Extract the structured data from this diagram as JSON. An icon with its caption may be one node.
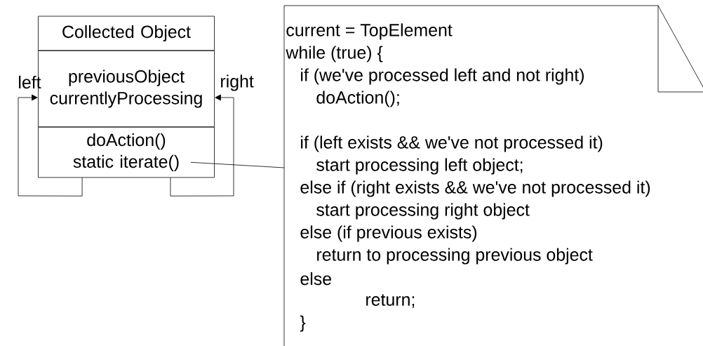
{
  "diagram": {
    "nodes": [
      {
        "text": [
          "Collected Object"
        ]
      },
      {
        "text": [
          "previousObject currentlyProcessing"
        ]
      },
      {
        "text": [
          "doAction()",
          "static iterate()"
        ]
      },
      {
        "text": [
          "current = TopElement",
          "while (true) {",
          "if (we've processed left and not right)",
          "doAction();",
          "if (left exists && we've not processed it)",
          "start processing left object;",
          "else if (right exists && we've not processed it)",
          "start processing right object",
          "else (if previous exists)",
          "return to processing previous object",
          "else",
          "return;",
          "}"
        ]
      }
    ],
    "edges": [
      {
        "from": 2,
        "to": 1,
        "arrow": "to",
        "label": "left"
      },
      {
        "from": 2,
        "to": 1,
        "arrow": "to",
        "label": "right"
      },
      {
        "from": 2,
        "to": 3,
        "arrow": "none"
      }
    ]
  }
}
